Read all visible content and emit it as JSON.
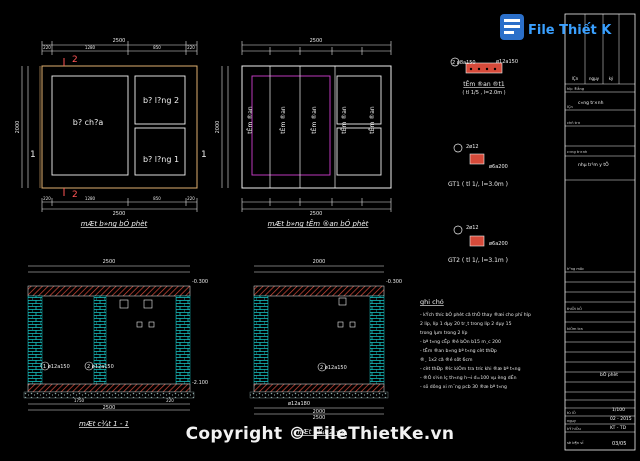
{
  "brand": {
    "logo_text": "File Thiết Kế.vn",
    "copyright": "Copyright © FileThietKe.vn"
  },
  "plan_a": {
    "title": "mÆt b»ng bÓ phèt",
    "room_large": "b? ch?a",
    "room_top": "b? l?ng 2",
    "room_bottom": "b? l?ng 1",
    "dim_top": "2500",
    "dim_top_parts": [
      "220",
      "1280",
      "850",
      "220"
    ],
    "dim_bottom": "2500",
    "dim_bottom_parts": [
      "220",
      "1280",
      "850",
      "220"
    ],
    "dim_left": "2000",
    "axis_a": "2",
    "axis_b": "1"
  },
  "plan_b": {
    "title": "mÆt b»ng tÊm ®an bÓ phèt",
    "dim_top": "2500",
    "dim_bottom": "2500",
    "dim_left": "2000",
    "slab_labels": [
      "tÊm ®an",
      "tÊm ®an",
      "tÊm ®an",
      "tÊm ®an",
      "tÊm ®an"
    ]
  },
  "section_a": {
    "title": "mÆt c¾t 1 - 1",
    "dim_top": "2500",
    "dim_bottom_parts": [
      "1750",
      "220"
    ],
    "dim_bottom": "2500",
    "level_top": "-0.300",
    "level_bottom": "-2.100",
    "callout_1": "1  ø12a150",
    "callout_2": "2  ø12a150"
  },
  "section_b": {
    "title": "mÆt c¾t 2 - 2",
    "dim_top": "2000",
    "dim_bottom": "2000",
    "dim_bottom_2": "2500",
    "level_top": "-0.300",
    "callout": "2  ø12a150",
    "rebar_note": "ø12a180"
  },
  "details": {
    "slab_detail_title": "tÊm ®an ®t1",
    "slab_detail_scale": "( tl 1/5 , l=2.0m )",
    "slab_callout_1": "2  ø8a150",
    "slab_callout_2": "ø12a150",
    "beam1_title": "GT1  ( tl 1/, l=3.0m )",
    "beam1_bar_top": "2ø12",
    "beam1_bar_side": "ø6a200",
    "beam2_title": "GT2  ( tl 1/, l=3.1m )",
    "beam2_bar_top": "2ø12",
    "beam2_bar_side": "ø6a200"
  },
  "notes": {
    "title": "ghi chó",
    "lines": [
      "- kÝch th­íc bÓ phèt cã thÓ thay ®æi cho phï hîp",
      "  2 líp, líp 1 dµy 20 tr¸t trong líp 2 dµy 15",
      "  trong lµm trong 2 líp",
      "- bª t«ng cÊp ®é bÒn b15 m¸c 200",
      "- tÊm ®an b»ng bª t«ng cèt thÐp",
      "  ®¸ 1x2 cã ®é sôt 6cm",
      "- cèt thÐp ®­îc kiÓm tra tr­íc khi ®æ bª t«ng",
      "- ®Ó s½n lç th«ng h¬i d=100 vµ èng dÉn",
      "- sö dông xi m¨ng pcb 30 ®æ bª t«ng"
    ]
  },
  "title_block": {
    "row_labels": [
      "",
      "hîp ®ång",
      "lÇn",
      "chñ tr×",
      "",
      "c«ng tr×nh",
      "",
      "h¹ng môc",
      "",
      "",
      "",
      "thiÕt kÕ",
      "",
      "kiÓm tra",
      "",
      "",
      "",
      "",
      "",
      "",
      "",
      "",
      "",
      "",
      "tû lÖ",
      "ngµy",
      "kÝ hiÖu",
      "sè b¶n vÏ"
    ],
    "rev_cols": [
      "lÇn",
      "ngµy",
      "ký"
    ],
    "project": "c«ng tr×nh",
    "item_name": "nhµ tr¹m y tÕ",
    "item2": "bÓ phèt",
    "scale": "1/100",
    "date": "02 - 2015",
    "code": "KT - TD",
    "sheet": "03/05"
  }
}
